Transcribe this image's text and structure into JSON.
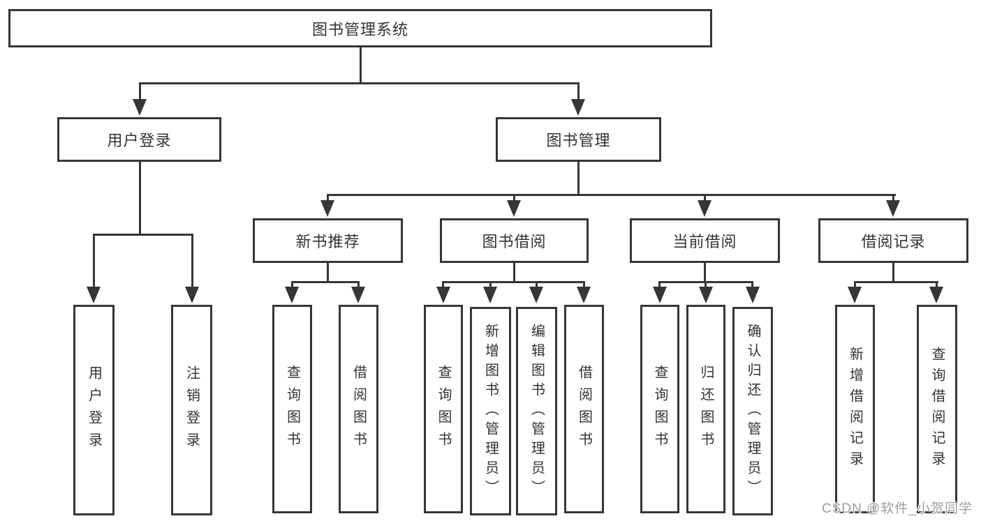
{
  "colors": {
    "line": "#363636",
    "box_border": "#363636",
    "text": "#333333",
    "watermark": "#9e9e9e",
    "background": "#ffffff"
  },
  "tree": {
    "root": {
      "label": "图书管理系统"
    },
    "login": {
      "label": "用户登录",
      "children": [
        "用户登录",
        "注销登录"
      ]
    },
    "mgmt": {
      "label": "图书管理",
      "groups": [
        {
          "label": "新书推荐",
          "children": [
            "查询图书",
            "借阅图书"
          ]
        },
        {
          "label": "图书借阅",
          "children": [
            "查询图书",
            "新增图书（管理员）",
            "编辑图书（管理员）",
            "借阅图书"
          ]
        },
        {
          "label": "当前借阅",
          "children": [
            "查询图书",
            "归还图书",
            "确认归还（管理员）"
          ]
        },
        {
          "label": "借阅记录",
          "children": [
            "新增借阅记录",
            "查询借阅记录"
          ]
        }
      ]
    }
  },
  "watermark": {
    "text": "CSDN @软件_小贺同学"
  }
}
